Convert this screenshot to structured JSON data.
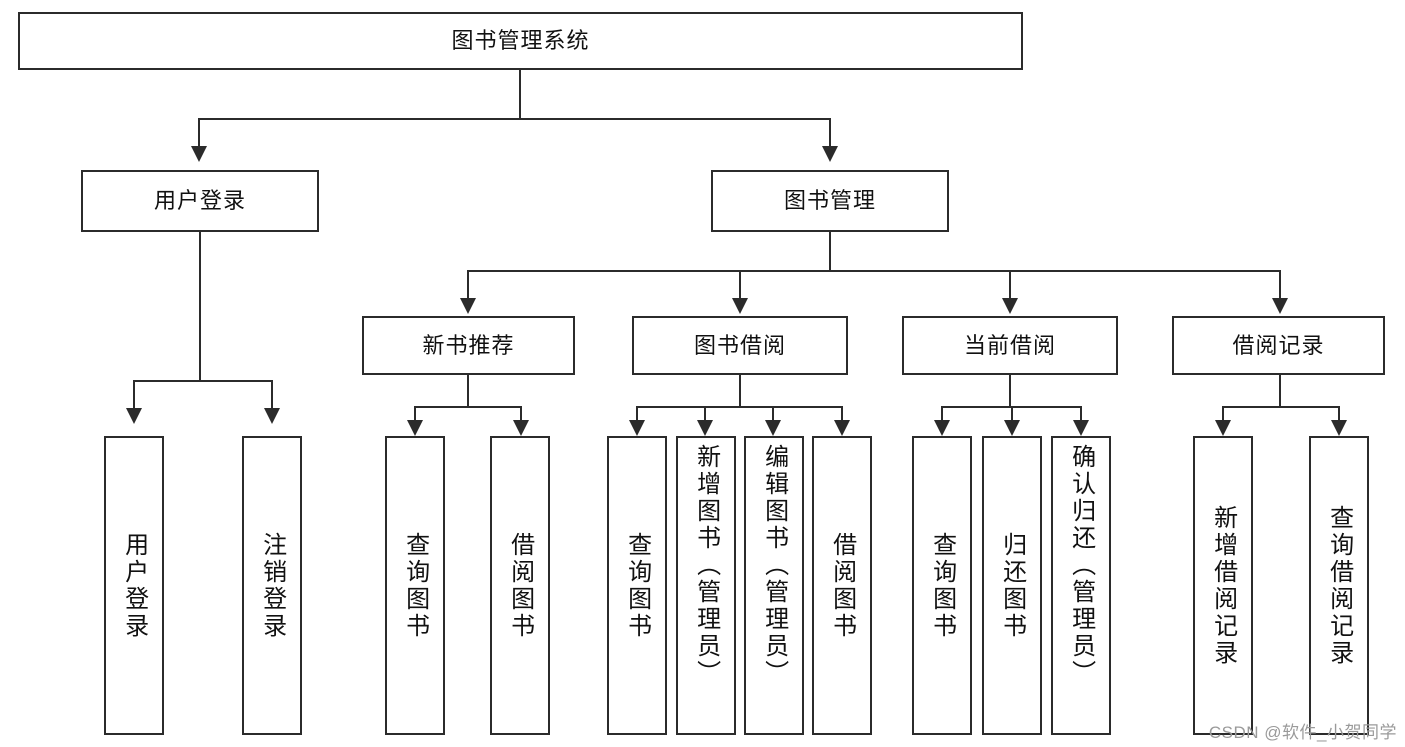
{
  "diagram": {
    "type": "tree-hierarchy",
    "title": "图书管理系统",
    "root": {
      "label": "图书管理系统"
    },
    "level2": [
      {
        "label": "用户登录"
      },
      {
        "label": "图书管理"
      }
    ],
    "level3": [
      {
        "label": "新书推荐"
      },
      {
        "label": "图书借阅"
      },
      {
        "label": "当前借阅"
      },
      {
        "label": "借阅记录"
      }
    ],
    "leaves": {
      "user_login": [
        {
          "label": "用户登录"
        },
        {
          "label": "注销登录"
        }
      ],
      "new_book": [
        {
          "label": "查询图书"
        },
        {
          "label": "借阅图书"
        }
      ],
      "book_borrow": [
        {
          "label": "查询图书"
        },
        {
          "label": "新增图书（管理员）"
        },
        {
          "label": "编辑图书（管理员）"
        },
        {
          "label": "借阅图书"
        }
      ],
      "current_borrow": [
        {
          "label": "查询图书"
        },
        {
          "label": "归还图书"
        },
        {
          "label": "确认归还（管理员）"
        }
      ],
      "borrow_record": [
        {
          "label": "新增借阅记录"
        },
        {
          "label": "查询借阅记录"
        }
      ]
    }
  },
  "watermark": {
    "text": "CSDN @软件_小贺同学"
  },
  "colors": {
    "stroke": "#2b2b2b",
    "background": "#ffffff",
    "text": "#111111",
    "watermark": "#9a9a9a"
  }
}
